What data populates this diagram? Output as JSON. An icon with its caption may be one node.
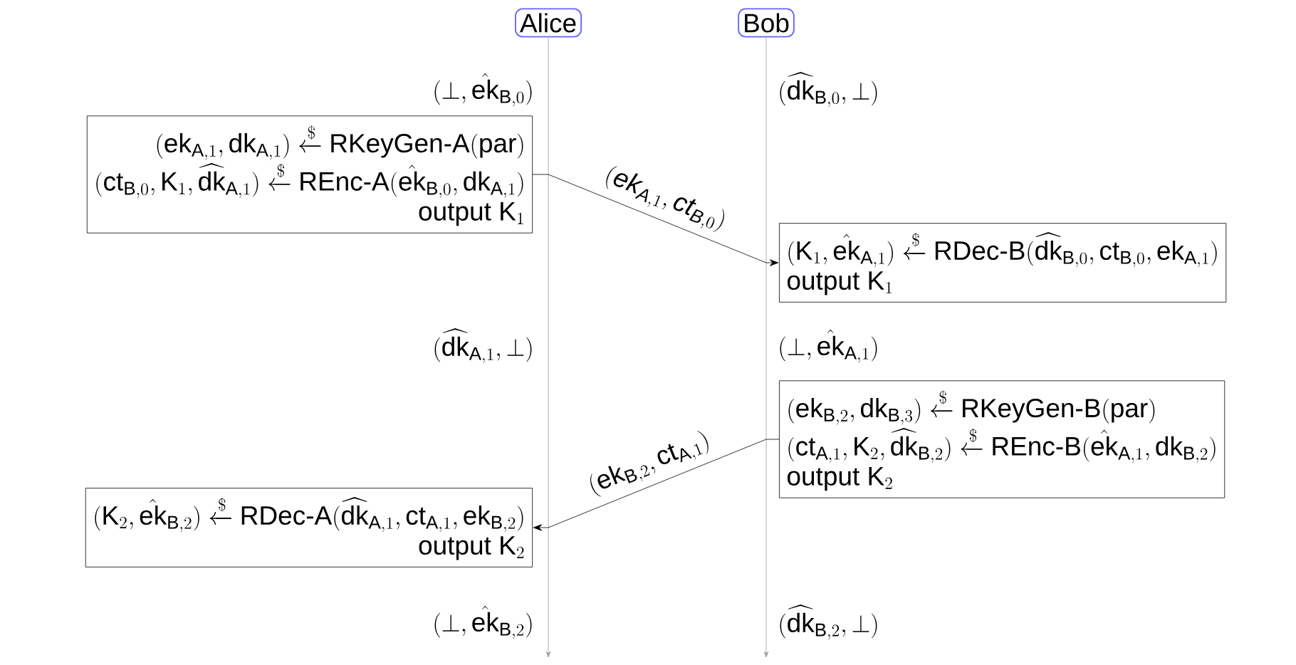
{
  "diagram": {
    "nodes": [
      {
        "text": [
          "Alice"
        ]
      },
      {
        "text": [
          "Bob"
        ]
      },
      {
        "text": [
          "(\\mathsf{ek}_{\\mathsf{A},1}, \\mathsf{dk}_{\\mathsf{A},1}) \\xleftarrow{\\$} \\text{RKeyGen-A}(\\mathsf{par})",
          "(\\mathsf{ct}_{\\mathsf{B},0}, \\mathsf{K}_1, \\widehat{\\mathsf{dk}}_{\\mathsf{A},1}) \\xleftarrow{\\$} \\text{REnc-A}(\\hat{\\mathsf{ek}}_{\\mathsf{B},0}, \\mathsf{dk}_{\\mathsf{A},1})",
          "\\text{output } \\mathsf{K}_1"
        ]
      },
      {
        "text": [
          "(\\mathsf{K}_1, \\hat{\\mathsf{ek}}_{\\mathsf{A},1}) \\xleftarrow{\\$} \\text{RDec-B}(\\widehat{\\mathsf{dk}}_{\\mathsf{B},0}, \\mathsf{ct}_{\\mathsf{B},0}, \\mathsf{ek}_{\\mathsf{A},1})",
          "\\text{output } \\mathsf{K}_1"
        ]
      },
      {
        "text": [
          "(\\mathsf{ek}_{\\mathsf{B},2}, \\mathsf{dk}_{\\mathsf{B},3}) \\xleftarrow{\\$} \\text{RKeyGen-B}(\\mathsf{par})",
          "(\\mathsf{ct}_{\\mathsf{A},1}, \\mathsf{K}_2, \\widehat{\\mathsf{dk}}_{\\mathsf{B},2}) \\xleftarrow{\\$} \\text{REnc-B}(\\hat{\\mathsf{ek}}_{\\mathsf{A},1}, \\mathsf{dk}_{\\mathsf{B},2})",
          "\\text{output } \\mathsf{K}_2"
        ]
      },
      {
        "text": [
          "(\\mathsf{K}_2, \\hat{\\mathsf{ek}}_{\\mathsf{B},2}) \\xleftarrow{\\$} \\text{RDec-A}(\\widehat{\\mathsf{dk}}_{\\mathsf{A},1}, \\mathsf{ct}_{\\mathsf{A},1}, \\mathsf{ek}_{\\mathsf{B},2})",
          "\\text{output } \\mathsf{K}_2"
        ]
      }
    ],
    "edges": [
      {
        "from": 2,
        "to": 3,
        "arrow": "to",
        "label": "(\\mathit{ek}_{\\mathit{A},1}, \\mathit{ct}_{\\mathit{B},0})"
      },
      {
        "from": 4,
        "to": 5,
        "arrow": "to",
        "label": "(\\mathsf{ek}_{\\mathsf{B},2}, \\mathsf{ct}_{\\mathsf{A},1})"
      }
    ],
    "labels": [
      "(\\bot, \\hat{\\mathsf{ek}}_{\\mathsf{B},0})",
      "(\\widehat{\\mathsf{dk}}_{\\mathsf{B},0}, \\bot)",
      "(\\widehat{\\mathsf{dk}}_{\\mathsf{A},1}, \\bot)",
      "(\\bot, \\hat{\\mathsf{ek}}_{\\mathsf{A},1})",
      "(\\bot, \\hat{\\mathsf{ek}}_{\\mathsf{B},2})",
      "(\\widehat{\\mathsf{dk}}_{\\mathsf{B},2}, \\bot)"
    ]
  }
}
